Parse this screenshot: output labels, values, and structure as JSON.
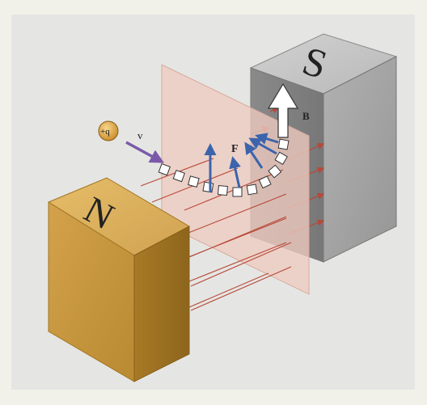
{
  "figure": {
    "charge_label": "+q",
    "velocity_label": "v",
    "force_label": "F",
    "field_label": "B",
    "north_pole_label": "N",
    "south_pole_label": "S"
  },
  "colors": {
    "background": "#e5e6e3",
    "frame": "#f1f1ea",
    "north_magnet": "#c99a3c",
    "south_magnet": "#9b9b9b",
    "field_plane": "#eecac0",
    "field_lines": "#b84838",
    "force_arrows": "#3c64ac",
    "velocity_arrow": "#7a5aa8",
    "charge": "#d9a040"
  }
}
